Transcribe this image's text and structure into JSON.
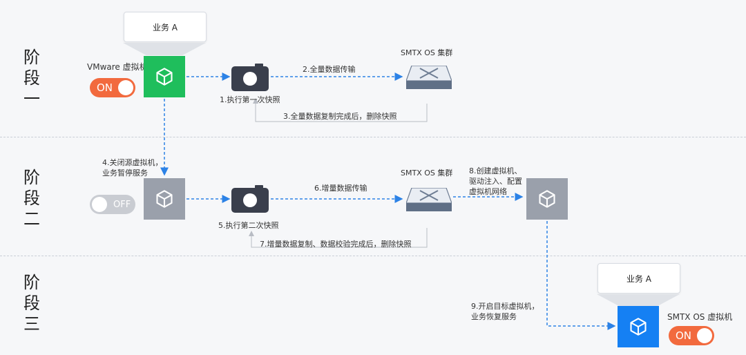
{
  "stages": [
    {
      "label_chars": [
        "阶",
        "段",
        "一"
      ]
    },
    {
      "label_chars": [
        "阶",
        "段",
        "二"
      ]
    },
    {
      "label_chars": [
        "阶",
        "段",
        "三"
      ]
    }
  ],
  "business_a": "业务 A",
  "vmware_vm_label": "VMware 虚拟机",
  "smtx_cluster_label": "SMTX OS 集群",
  "smtx_vm_label": "SMTX OS 虚拟机",
  "toggle": {
    "on": "ON",
    "off": "OFF"
  },
  "steps": {
    "s1": "1.执行第一次快照",
    "s2": "2.全量数据传输",
    "s3": "3.全量数据复制完成后，删除快照",
    "s4": "4.关闭源虚拟机，业务暂停服务",
    "s5": "5.执行第二次快照",
    "s6": "6.增量数据传输",
    "s7": "7.增量数据复制、数据校验完成后，删除快照",
    "s8": "8.创建虚拟机、驱动注入、配置虚拟机网络",
    "s9": "9.开启目标虚拟机，业务恢复服务"
  },
  "colors": {
    "vm_green": "#1fbe5c",
    "vm_gray": "#9aa0ab",
    "vm_blue": "#1580f3",
    "toggle_on": "#f26a3e",
    "toggle_off": "#c9ccd2",
    "arrow_blue": "#2c82e6",
    "return_gray": "#b8bcc4"
  },
  "icons": [
    "cube-icon",
    "camera-icon",
    "server-icon"
  ]
}
